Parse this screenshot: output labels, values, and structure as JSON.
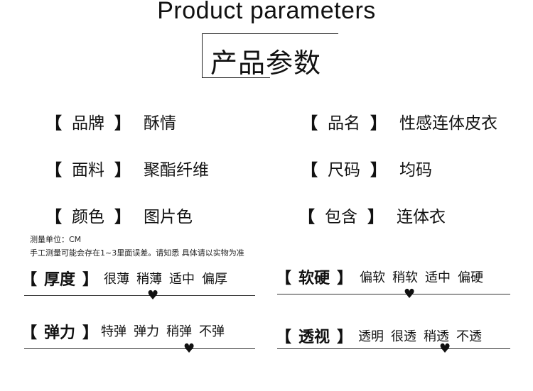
{
  "header": {
    "en_title": "Product parameters",
    "cn_title": "产品参数"
  },
  "params": [
    {
      "label": "品牌",
      "value": "酥情"
    },
    {
      "label": "品名",
      "value": "性感连体皮衣"
    },
    {
      "label": "面料",
      "value": "聚酯纤维"
    },
    {
      "label": "尺码",
      "value": "均码"
    },
    {
      "label": "颜色",
      "value": "图片色"
    },
    {
      "label": "包含",
      "value": "连体衣"
    }
  ],
  "bracket_open": "【",
  "bracket_close": "】",
  "note": {
    "unit": "测量单位：CM",
    "disclaimer": "手工测量可能会存在1~3里面误差。请知悉 具体请以实物为准"
  },
  "scales": [
    {
      "name": "厚度",
      "options": [
        "很薄",
        "稍薄",
        "适中",
        "偏厚"
      ],
      "selected": "适中"
    },
    {
      "name": "软硬",
      "options": [
        "偏软",
        "稍软",
        "适中",
        "偏硬"
      ],
      "selected": "适中"
    },
    {
      "name": "弹力",
      "options": [
        "特弹",
        "弹力",
        "稍弹",
        "不弹"
      ],
      "selected": "稍弹"
    },
    {
      "name": "透视",
      "options": [
        "透明",
        "很透",
        "稍透",
        "不透"
      ],
      "selected": "稍透"
    }
  ],
  "marker_icon": "heart-icon"
}
